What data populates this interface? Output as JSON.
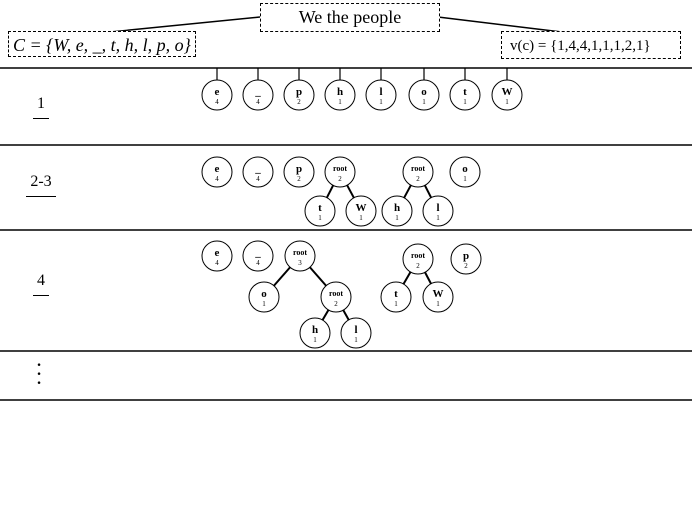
{
  "title": "We the people",
  "char_set": "C = {W, e, _, t, h, l, p, o}",
  "freq_set": "v(c) = {1,4,4,1,1,1,2,1}",
  "rows": [
    {
      "label": "1"
    },
    {
      "label": "2-3"
    },
    {
      "label": "4"
    },
    {
      "label": "⋮"
    }
  ],
  "nodes": [
    {
      "id": "r1-e",
      "sym": "e",
      "w": "4"
    },
    {
      "id": "r1-sp",
      "sym": "_",
      "w": "4"
    },
    {
      "id": "r1-p",
      "sym": "p",
      "w": "2"
    },
    {
      "id": "r1-h",
      "sym": "h",
      "w": "1"
    },
    {
      "id": "r1-l",
      "sym": "l",
      "w": "1"
    },
    {
      "id": "r1-o",
      "sym": "o",
      "w": "1"
    },
    {
      "id": "r1-t",
      "sym": "t",
      "w": "1"
    },
    {
      "id": "r1-W",
      "sym": "W",
      "w": "1"
    },
    {
      "id": "r2-e",
      "sym": "e",
      "w": "4"
    },
    {
      "id": "r2-sp",
      "sym": "_",
      "w": "4"
    },
    {
      "id": "r2-p",
      "sym": "p",
      "w": "2"
    },
    {
      "id": "r2-root1",
      "sym": "root",
      "w": "2"
    },
    {
      "id": "r2-t",
      "sym": "t",
      "w": "1"
    },
    {
      "id": "r2-W",
      "sym": "W",
      "w": "1"
    },
    {
      "id": "r2-root2",
      "sym": "root",
      "w": "2"
    },
    {
      "id": "r2-h",
      "sym": "h",
      "w": "1"
    },
    {
      "id": "r2-l",
      "sym": "l",
      "w": "1"
    },
    {
      "id": "r2-o",
      "sym": "o",
      "w": "1"
    },
    {
      "id": "r3-e",
      "sym": "e",
      "w": "4"
    },
    {
      "id": "r3-sp",
      "sym": "_",
      "w": "4"
    },
    {
      "id": "r3-root3",
      "sym": "root",
      "w": "3"
    },
    {
      "id": "r3-o",
      "sym": "o",
      "w": "1"
    },
    {
      "id": "r3-root2a",
      "sym": "root",
      "w": "2"
    },
    {
      "id": "r3-h",
      "sym": "h",
      "w": "1"
    },
    {
      "id": "r3-l",
      "sym": "l",
      "w": "1"
    },
    {
      "id": "r3-root2b",
      "sym": "root",
      "w": "2"
    },
    {
      "id": "r3-t",
      "sym": "t",
      "w": "1"
    },
    {
      "id": "r3-W",
      "sym": "W",
      "w": "1"
    },
    {
      "id": "r3-p",
      "sym": "p",
      "w": "2"
    }
  ],
  "edges": [
    [
      "r2-root1",
      "r2-t"
    ],
    [
      "r2-root1",
      "r2-W"
    ],
    [
      "r2-root2",
      "r2-h"
    ],
    [
      "r2-root2",
      "r2-l"
    ],
    [
      "r3-root3",
      "r3-o"
    ],
    [
      "r3-root3",
      "r3-root2a"
    ],
    [
      "r3-root2a",
      "r3-h"
    ],
    [
      "r3-root2a",
      "r3-l"
    ],
    [
      "r3-root2b",
      "r3-t"
    ],
    [
      "r3-root2b",
      "r3-W"
    ]
  ]
}
